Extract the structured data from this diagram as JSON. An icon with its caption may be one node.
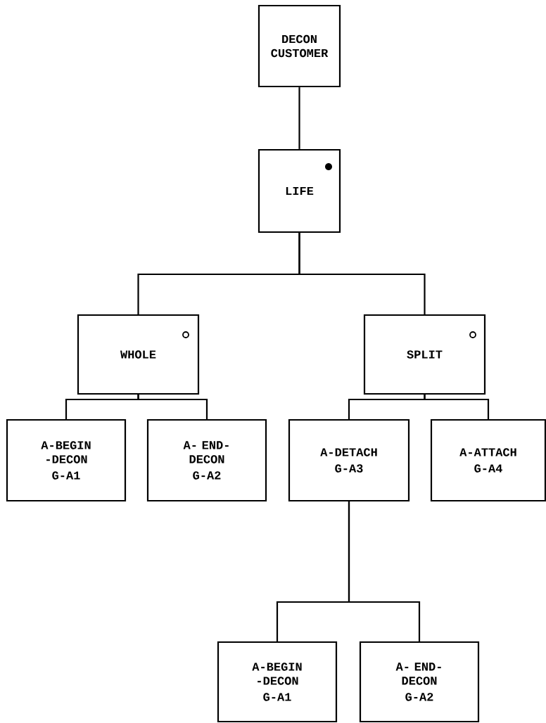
{
  "diagram": {
    "nodes": [
      {
        "text": [
          "DECON CUSTOMER"
        ]
      },
      {
        "text": [
          "LIFE"
        ]
      },
      {
        "text": [
          "WHOLE"
        ]
      },
      {
        "text": [
          "SPLIT"
        ]
      },
      {
        "text": [
          "A-BEGIN -DECON",
          "G-A1"
        ]
      },
      {
        "text": [
          "A- END-DECON",
          "G-A2"
        ]
      },
      {
        "text": [
          "A-DETACH",
          "G-A3"
        ]
      },
      {
        "text": [
          "A-ATTACH",
          "G-A4"
        ]
      },
      {
        "text": [
          "A-BEGIN -DECON",
          "G-A1"
        ]
      },
      {
        "text": [
          "A- END-DECON",
          "G-A2"
        ]
      }
    ],
    "edges": [
      {
        "from": 0,
        "to": 1,
        "arrow": "none"
      },
      {
        "from": 1,
        "to": 2,
        "arrow": "none"
      },
      {
        "from": 1,
        "to": 3,
        "arrow": "none"
      },
      {
        "from": 2,
        "to": 4,
        "arrow": "none"
      },
      {
        "from": 2,
        "to": 5,
        "arrow": "none"
      },
      {
        "from": 3,
        "to": 6,
        "arrow": "none"
      },
      {
        "from": 3,
        "to": 7,
        "arrow": "none"
      },
      {
        "from": 6,
        "to": 8,
        "arrow": "none"
      },
      {
        "from": 6,
        "to": 9,
        "arrow": "none"
      }
    ]
  }
}
